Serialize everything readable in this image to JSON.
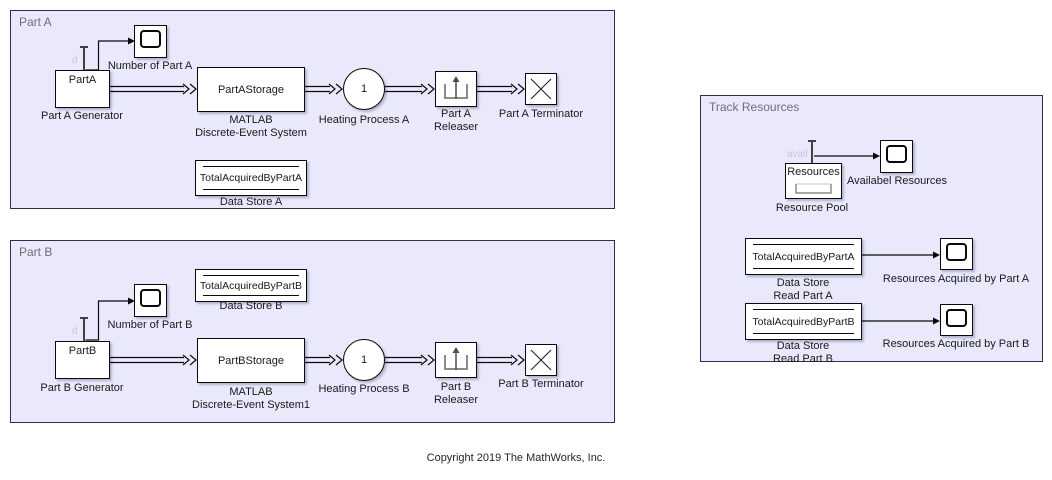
{
  "copyright": "Copyright 2019 The MathWorks, Inc.",
  "colors": {
    "area_fill": "#e9e9fb",
    "area_border": "#2f2f4f",
    "area_title": "#6e6e78",
    "block_bg": "#ffffff",
    "block_border": "#0a0a0a",
    "wire": "#0a0a0a",
    "tap_label": "#c6c6da",
    "tap_stem": "#404040",
    "icon_gray": "#8c8c8c"
  },
  "part_a": {
    "area_title": "Part A",
    "tap_label": "d",
    "generator_text": "PartA",
    "generator_label": "Part A Generator",
    "scope_label": "Number of Part A",
    "storage_text": "PartAStorage",
    "storage_label_1": "MATLAB",
    "storage_label_2": "Discrete-Event System",
    "heating_text": "1",
    "heating_label": "Heating Process A",
    "releaser_label_1": "Part A",
    "releaser_label_2": "Releaser",
    "terminator_label": "Part A Terminator",
    "datastore_text": "TotalAcquiredByPartA",
    "datastore_label": "Data Store A"
  },
  "part_b": {
    "area_title": "Part B",
    "tap_label": "d",
    "generator_text": "PartB",
    "generator_label": "Part B Generator",
    "scope_label": "Number of Part B",
    "storage_text": "PartBStorage",
    "storage_label_1": "MATLAB",
    "storage_label_2": "Discrete-Event System1",
    "heating_text": "1",
    "heating_label": "Heating Process B",
    "releaser_label_1": "Part B",
    "releaser_label_2": "Releaser",
    "terminator_label": "Part B Terminator",
    "datastore_text": "TotalAcquiredByPartB",
    "datastore_label": "Data Store B"
  },
  "track": {
    "area_title": "Track Resources",
    "tap_label": "avail",
    "pool_text": "Resources",
    "pool_label": "Resource Pool",
    "scope_label": "Availabel Resources",
    "read_a_text": "TotalAcquiredByPartA",
    "read_a_label_1": "Data Store",
    "read_a_label_2": "Read Part A",
    "read_a_scope_label": "Resources Acquired by Part A",
    "read_b_text": "TotalAcquiredByPartB",
    "read_b_label_1": "Data Store",
    "read_b_label_2": "Read Part B",
    "read_b_scope_label": "Resources Acquired by Part B"
  }
}
